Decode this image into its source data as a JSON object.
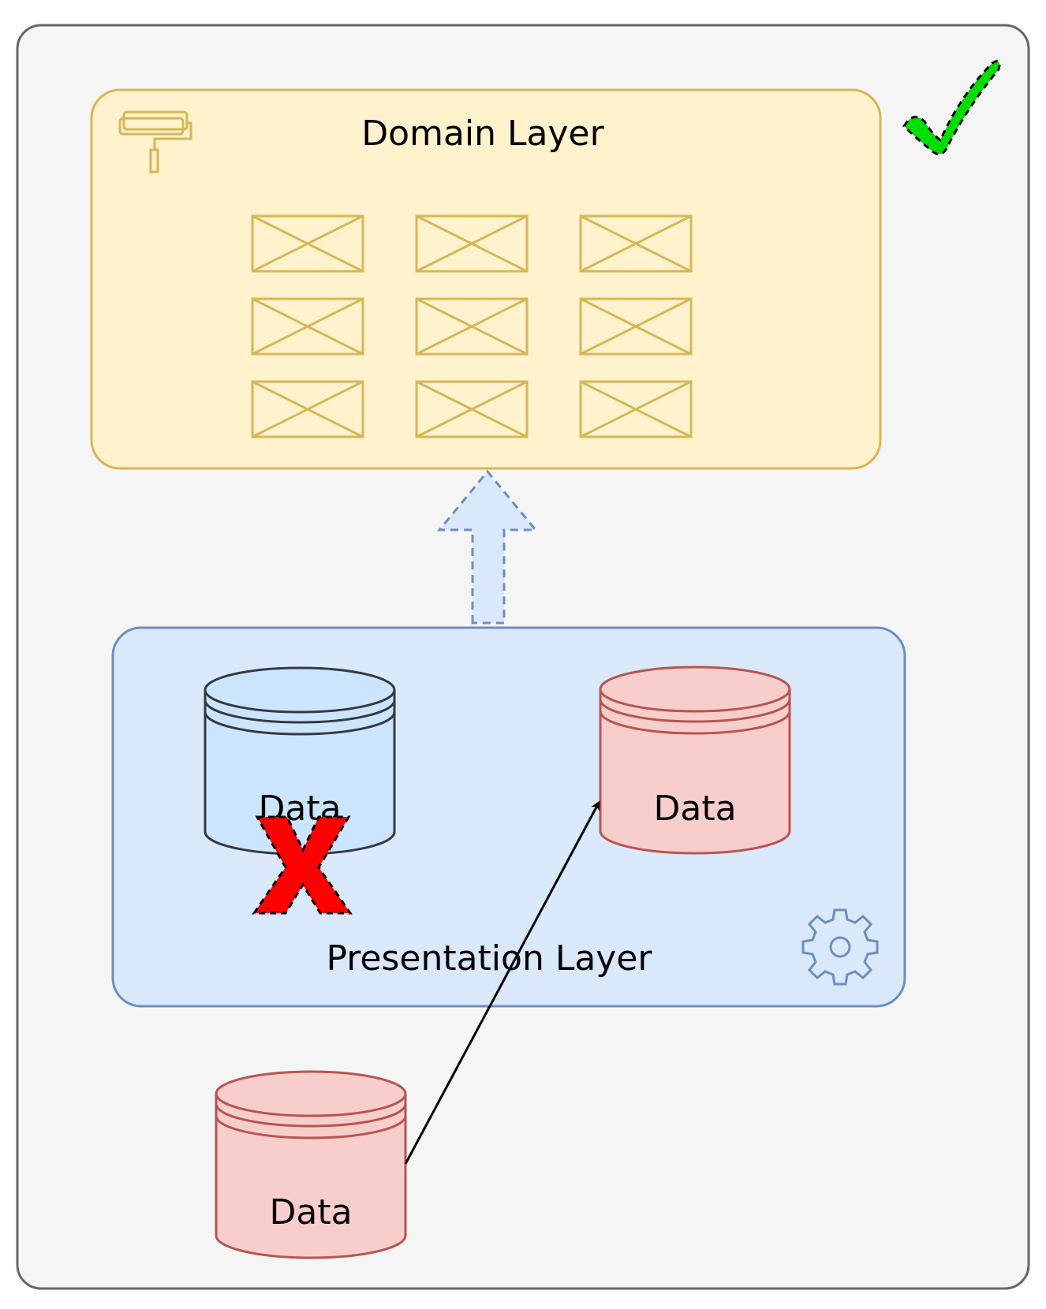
{
  "diagram": {
    "domain_layer": {
      "title": "Domain Layer",
      "fill": "#fff2cc",
      "stroke": "#d6b656"
    },
    "presentation_layer": {
      "title": "Presentation Layer",
      "fill": "#dae8fc",
      "stroke": "#6c8ebf"
    },
    "databases": [
      {
        "label": "Data",
        "fill": "#cce5ff",
        "stroke": "#36393d",
        "status": "rejected"
      },
      {
        "label": "Data",
        "fill": "#f8cecc",
        "stroke": "#b85450"
      },
      {
        "label": "Data",
        "fill": "#f8cecc",
        "stroke": "#b85450"
      }
    ],
    "colors": {
      "outer_fill": "#f5f5f5",
      "outer_stroke": "#666666",
      "check": "#00dd00",
      "cross": "#ff0000",
      "arrow_fill": "#dae8fc",
      "arrow_stroke": "#6c8ebf"
    }
  }
}
